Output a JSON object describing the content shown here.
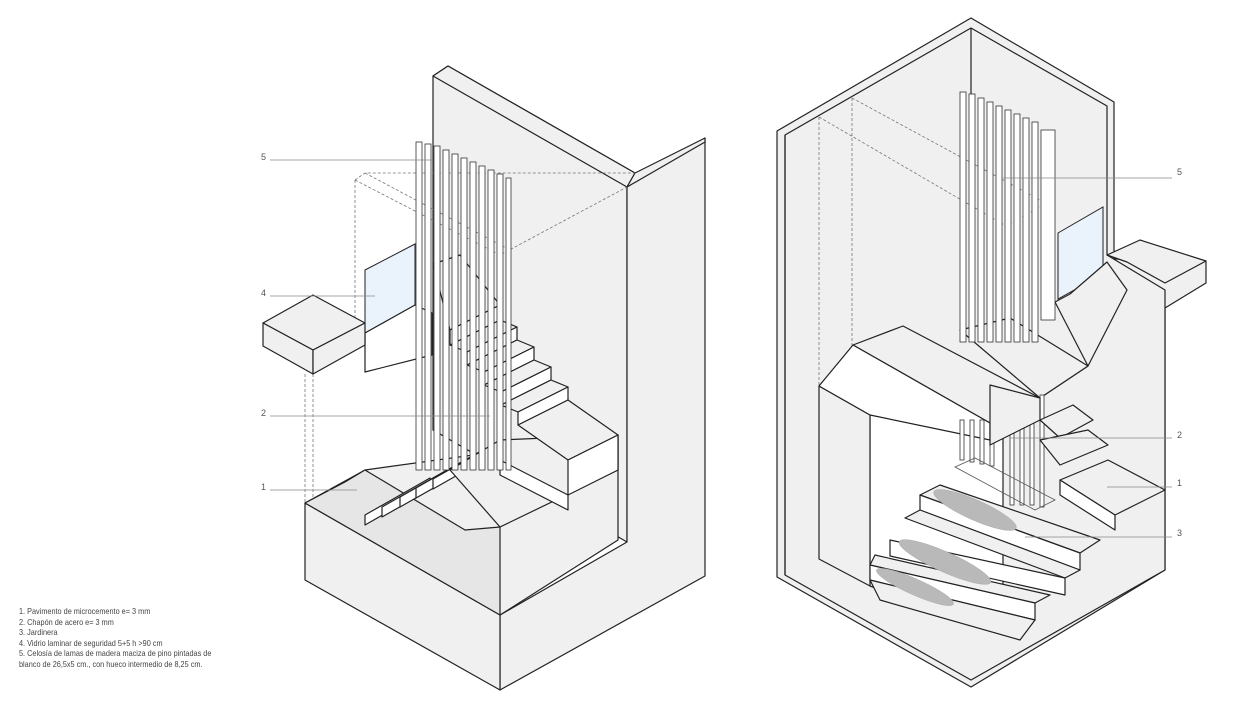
{
  "left_drawing": {
    "callouts": [
      {
        "number": "5"
      },
      {
        "number": "4"
      },
      {
        "number": "2"
      },
      {
        "number": "1"
      }
    ]
  },
  "right_drawing": {
    "callouts": [
      {
        "number": "5"
      },
      {
        "number": "2"
      },
      {
        "number": "1"
      },
      {
        "number": "3"
      }
    ]
  },
  "legend": {
    "items": [
      "1. Pavimento de microcemento e= 3 mm",
      "2. Chapón de acero e= 3 mm",
      "3. Jardinera",
      "4. Vidrio laminar de seguridad 5+5 h >90 cm",
      "5. Celosía de lamas de madera maciza de pino pintadas de",
      "blanco de 26,5x5 cm., con hueco intermedio de 8,25 cm."
    ]
  },
  "colors": {
    "glass": "#eaf3fc",
    "surface": "#f0f0f0",
    "line": "#222222",
    "planter": "#b9b9b9"
  }
}
